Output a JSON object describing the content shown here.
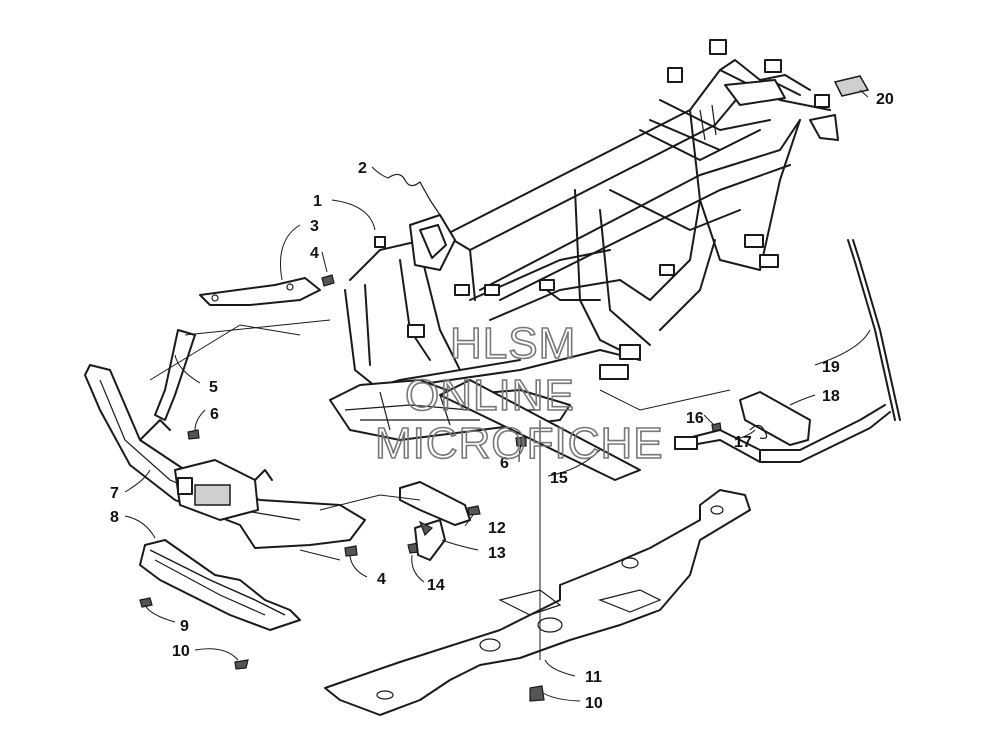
{
  "callouts": {
    "c1": "1",
    "c2": "2",
    "c3": "3",
    "c4a": "4",
    "c4b": "4",
    "c5": "5",
    "c6a": "6",
    "c6b": "6",
    "c7": "7",
    "c8": "8",
    "c9": "9",
    "c10a": "10",
    "c10b": "10",
    "c11": "11",
    "c12": "12",
    "c13": "13",
    "c14": "14",
    "c15": "15",
    "c16": "16",
    "c17": "17",
    "c18": "18",
    "c19": "19",
    "c20": "20"
  },
  "watermark": {
    "line1": "HLSM",
    "line2": "ONLINE",
    "line3": "MICROFICHE"
  }
}
